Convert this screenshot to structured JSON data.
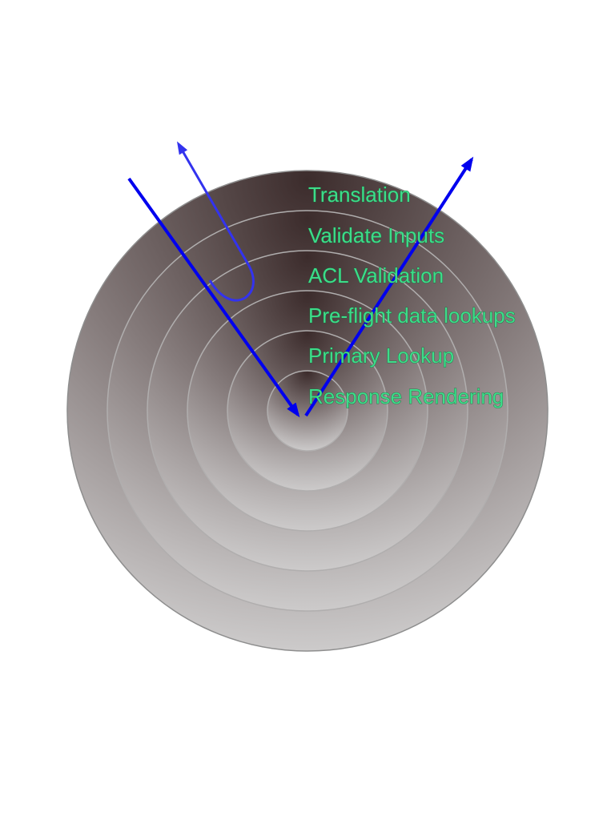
{
  "diagram": {
    "layers": [
      "Translation",
      "Validate Inputs",
      "ACL Validation",
      "Pre-flight data lookups",
      "Primary Lookup",
      "Response Rendering"
    ],
    "colors": {
      "arrow": "#0000ee",
      "return_arrow": "#3333ee",
      "label": "#3ddc8a",
      "ring_dark": "#3c2c2c",
      "ring_light": "#d2d1d1"
    }
  }
}
